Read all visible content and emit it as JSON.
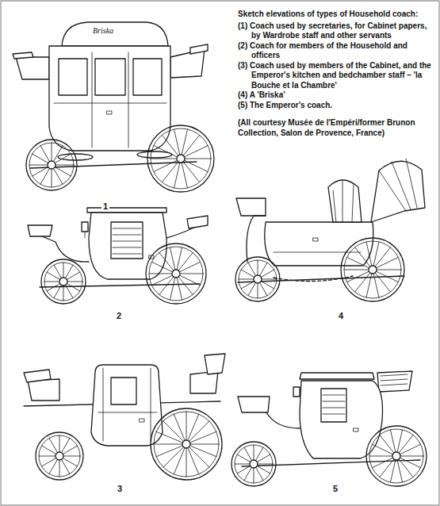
{
  "diagram": {
    "title": "Sketch elevations of types of Household coach:",
    "caption": "(All courtesy Musée de l'Empéri/former Brunon Collection, Salon de Provence, France)",
    "labels": [
      "(1) Coach used by secretaries, for Cabinet papers, by Wardrobe staff and other servants",
      "(2) Coach for members of the Household and officers",
      "(3) Coach used by members of the Cabinet, and the Emperor's kitchen and bedchamber staff – 'la Bouche et la Chambre'",
      "(4) A 'Briska'",
      "(5) The Emperor's coach.",
      "Briska",
      "1",
      "2",
      "4",
      "3",
      "5"
    ]
  }
}
